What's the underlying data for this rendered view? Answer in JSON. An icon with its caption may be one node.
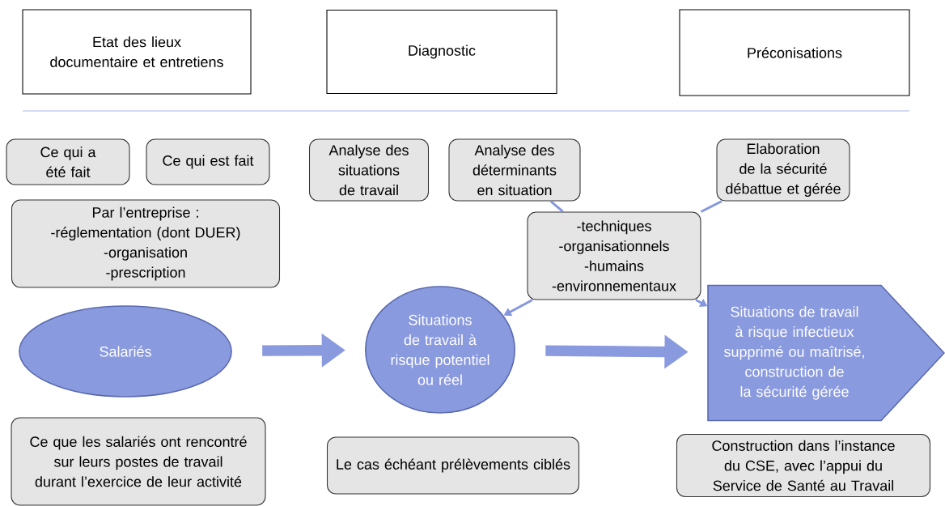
{
  "diagram": {
    "nodes": [
      {
        "text": [
          "Etat des lieux documentaire et entretiens"
        ]
      },
      {
        "text": [
          "Diagnostic"
        ]
      },
      {
        "text": [
          "Préconisations"
        ]
      },
      {
        "text": [
          "Ce qui a été fait"
        ]
      },
      {
        "text": [
          "Ce qui est fait"
        ]
      },
      {
        "text": [
          "Par l’entreprise :",
          "-réglementation (dont DUER)",
          "-organisation",
          "-prescription"
        ]
      },
      {
        "text": [
          "Salariés"
        ]
      },
      {
        "text": [
          "Analyse des situations de travail"
        ]
      },
      {
        "text": [
          "Analyse des déterminants en situation"
        ]
      },
      {
        "text": [
          "Elaboration de la sécurité débattue et gérée"
        ]
      },
      {
        "text": [
          "-techniques",
          "-organisationnels",
          "-humains",
          "-environnementaux"
        ]
      },
      {
        "text": [
          "Situations de travail à risque potentiel ou réel"
        ]
      },
      {
        "text": [
          "Situations de travail à risque infectieux supprimé ou maîtrisé, construction de la sécurité gérée"
        ]
      },
      {
        "text": [
          "Ce que les salariés ont rencontré sur leurs postes de travail durant l’exercice de leur activité"
        ]
      },
      {
        "text": [
          "Le cas échéant prélèvements ciblés"
        ]
      },
      {
        "text": [
          "Construction dans l’instance du CSE, avec l’appui du Service de Santé au Travail"
        ]
      }
    ],
    "edges": [
      {
        "from": 6,
        "to": 11,
        "arrow": "to",
        "style": "thick"
      },
      {
        "from": 11,
        "to": 12,
        "arrow": "to",
        "style": "thick"
      },
      {
        "from": 8,
        "to": 10,
        "arrow": "none"
      },
      {
        "from": 9,
        "to": 10,
        "arrow": "none"
      },
      {
        "from": 10,
        "to": 11,
        "arrow": "to"
      },
      {
        "from": 10,
        "to": 12,
        "arrow": "to"
      }
    ]
  }
}
